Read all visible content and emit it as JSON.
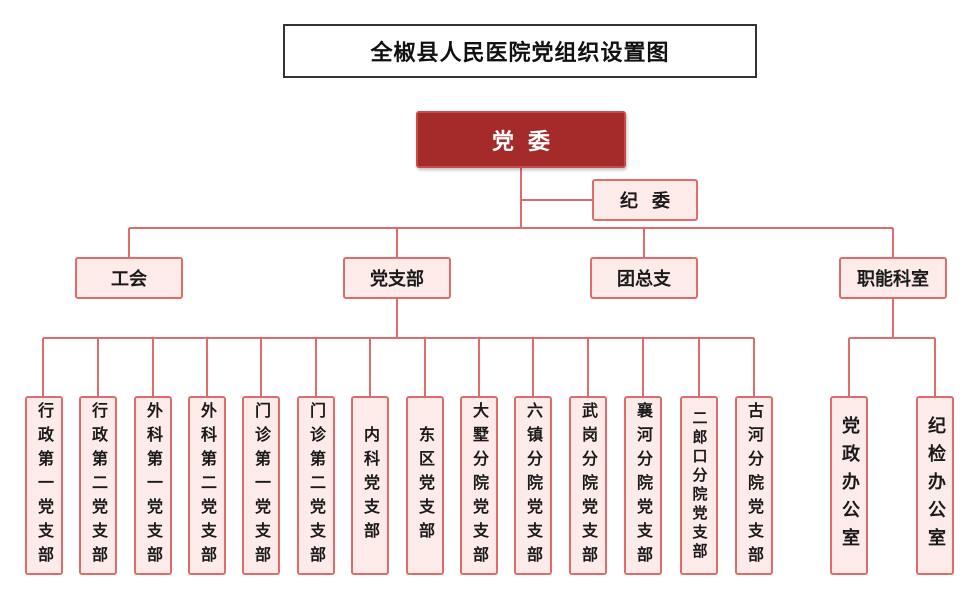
{
  "title": "全椒县人民医院党组织设置图",
  "top": "党委",
  "discipline": "纪委",
  "level2": [
    "工会",
    "党支部",
    "团总支",
    "职能科室"
  ],
  "branches": [
    "行政第一党支部",
    "行政第二党支部",
    "外科第一党支部",
    "外科第二党支部",
    "门诊第一党支部",
    "门诊第二党支部",
    "内科党支部",
    "东区党支部",
    "大墅分院党支部",
    "六镇分院党支部",
    "武岗分院党支部",
    "襄河分院党支部",
    "二郎口分院党支部",
    "古河分院党支部"
  ],
  "offices": [
    "党政办公室",
    "纪检办公室"
  ],
  "colors": {
    "line": "#e06b6b",
    "box_fill": "#fdebea",
    "box_border": "#e06b6b",
    "top_fill": "#a52a2a"
  }
}
